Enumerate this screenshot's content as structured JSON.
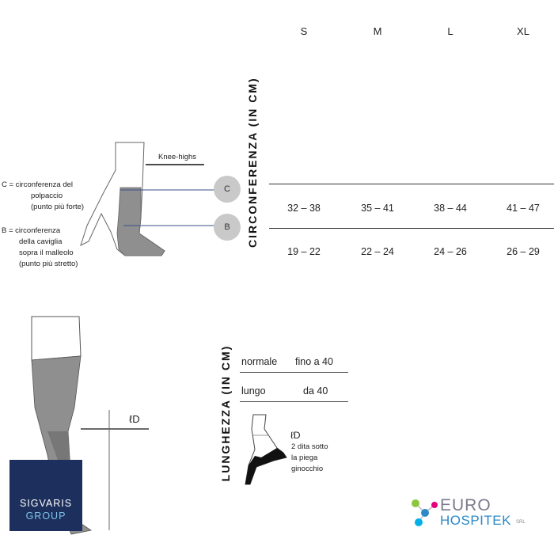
{
  "sizes": [
    "S",
    "M",
    "L",
    "XL"
  ],
  "circumference": {
    "title": "CIRCONFERENZA (IN CM)",
    "rows": [
      {
        "label": "C",
        "values": [
          "32 – 38",
          "35 – 41",
          "38 – 44",
          "41 – 47"
        ]
      },
      {
        "label": "B",
        "values": [
          "19 – 22",
          "22 – 24",
          "24 – 26",
          "26 – 29"
        ]
      }
    ]
  },
  "diagram": {
    "knee_label": "Knee-highs",
    "c_desc": [
      "C = circonferenza del",
      "polpaccio",
      "(punto più forte)"
    ],
    "b_desc": [
      "B = circonferenza",
      "della caviglia",
      "sopra il malleolo",
      "(punto più stretto)"
    ],
    "marker_c": "C",
    "marker_b": "B",
    "ld_label": "ℓD"
  },
  "length": {
    "title": "LUNGHEZZA (IN CM)",
    "rows": [
      {
        "name": "normale",
        "value": "fino a 40"
      },
      {
        "name": "lungo",
        "value": "da 40"
      }
    ],
    "ld_label": "ℓD",
    "note": [
      "2 dita sotto",
      "la piega",
      "ginocchio"
    ]
  },
  "brand": {
    "line1": "SIGVARIS",
    "line2": "GROUP"
  },
  "logo": {
    "word1": "EURO",
    "word2": "HOSPITEK",
    "suffix": "SRL"
  }
}
